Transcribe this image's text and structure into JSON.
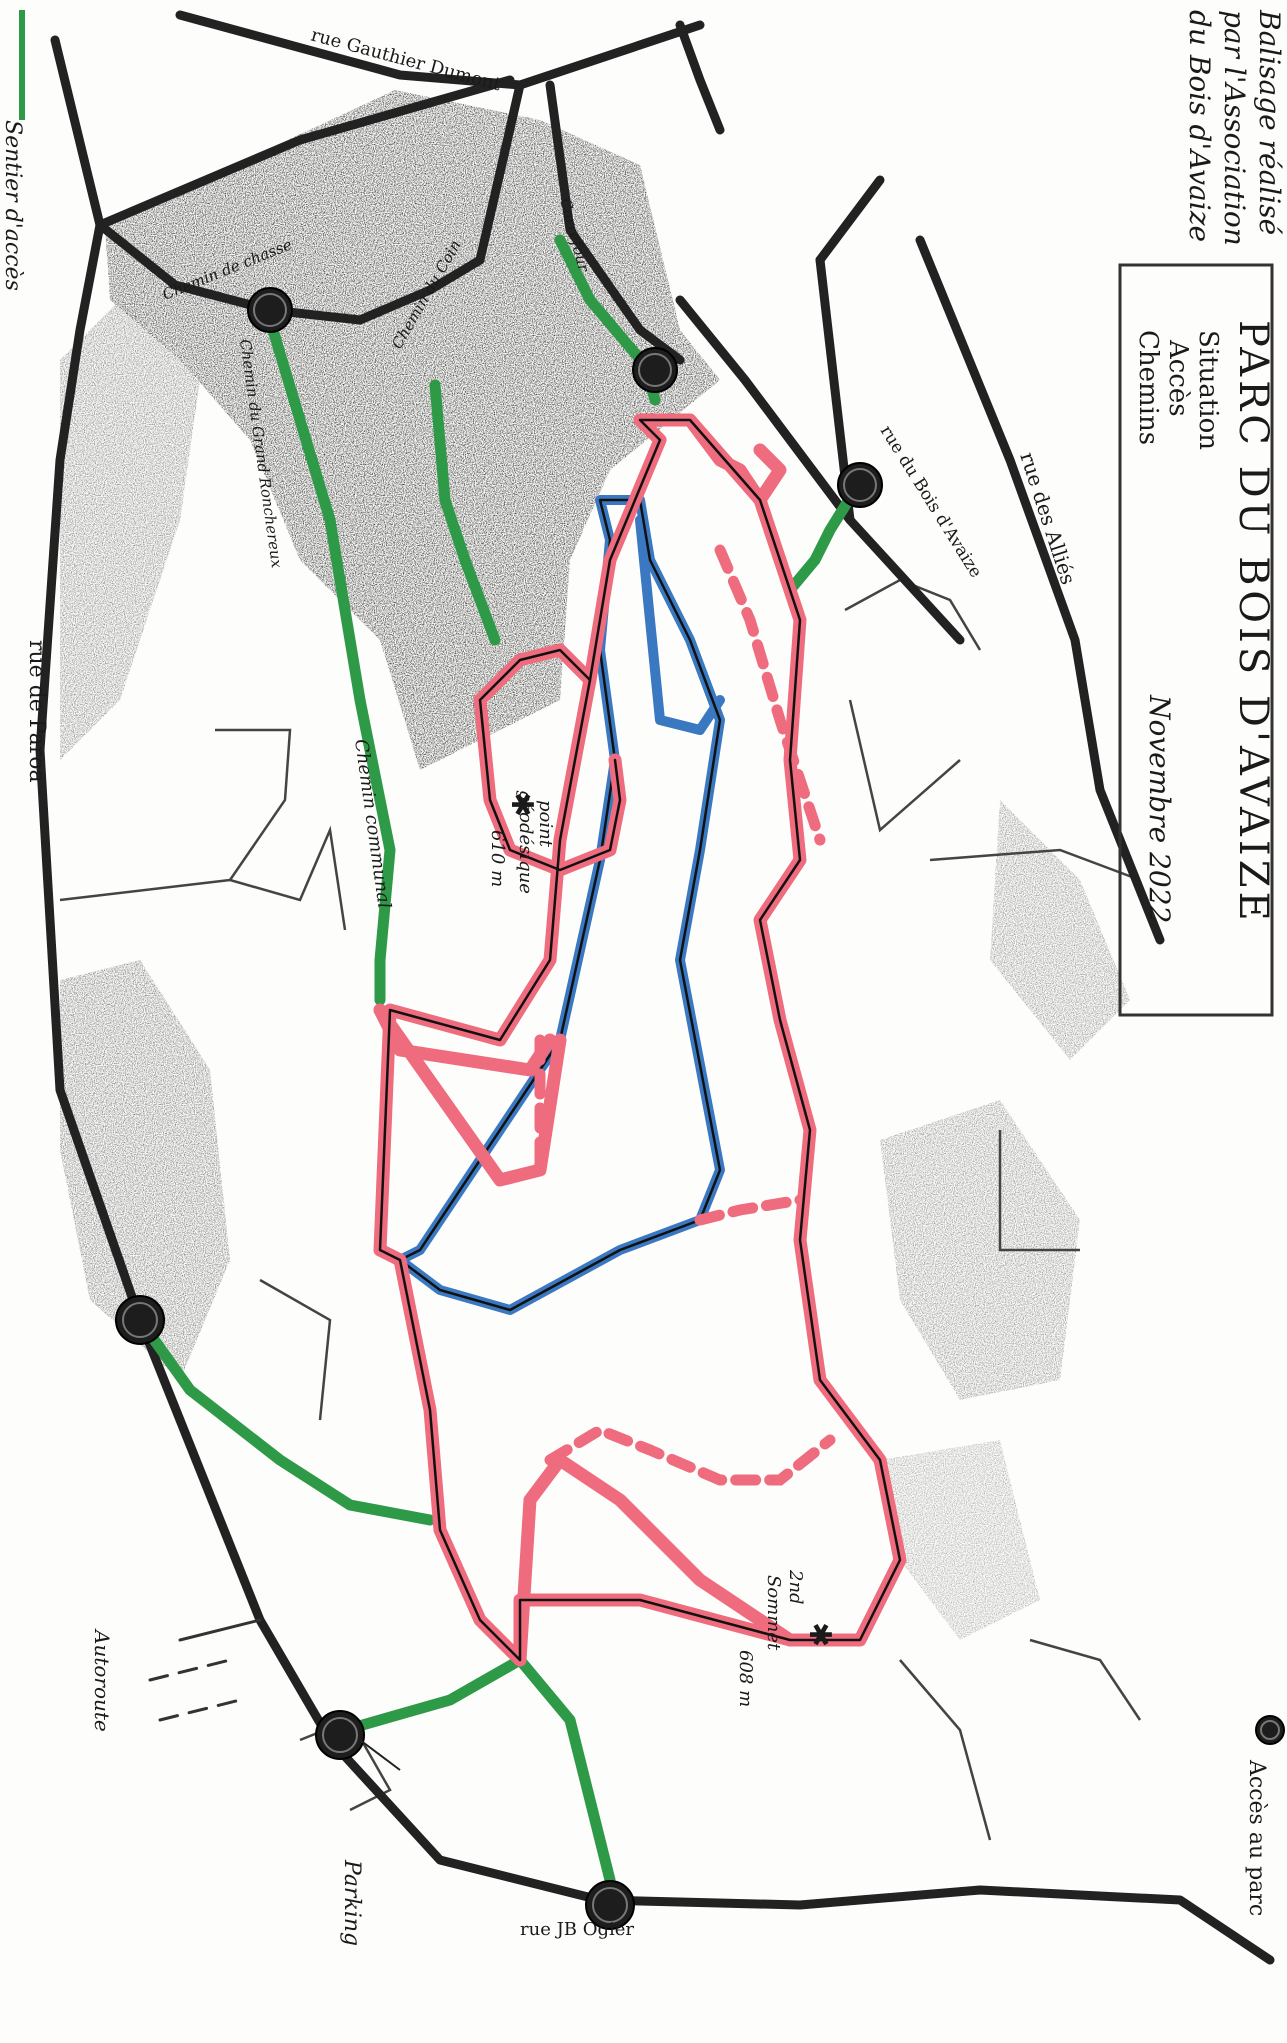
{
  "map": {
    "title": "PARC DU BOIS D'AVAIZE",
    "subtitle_lines": [
      "Situation",
      "Accès",
      "Chemins"
    ],
    "date": "Novembre 2022",
    "credit_lines": [
      "Balisage réalisé",
      "par l'Association",
      "du Bois d'Avaize"
    ],
    "street_labels": {
      "gauthier_dumont": "rue Gauthier Dumont",
      "allies": "rue des Alliés",
      "bois_avaize": "rue du Bois d'Avaize",
      "paroa": "rue de Paroa",
      "jb_ogier": "rue JB Ogier",
      "autoroute": "Autoroute"
    },
    "path_labels": {
      "chemin_communal": "Chemin communal",
      "grand_ronchereux": "Chemin du Grand Ronchereux",
      "chemin_chasse": "Chemin de chasse",
      "chemin_coin": "Chemin du Coin",
      "carrefour": "Carrefour"
    },
    "point_labels": {
      "geodesic_lines": [
        "point",
        "géodésique"
      ],
      "geodesic_alt": "610 m",
      "summit_lines": [
        "2nd",
        "Sommet"
      ],
      "summit_alt": "608 m",
      "parking": "Parking"
    },
    "legend": {
      "access_path": "Sentier d'accès",
      "park_access": "Accès au parc"
    },
    "colors": {
      "access_green": "#2e9a48",
      "loop_red": "#ef6b7e",
      "loop_blue": "#3a78c2",
      "road_black": "#222222"
    },
    "icons": [
      "access-point-icon",
      "star-icon"
    ]
  }
}
